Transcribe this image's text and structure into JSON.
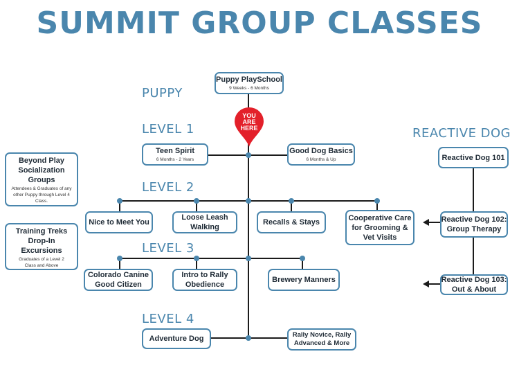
{
  "title": "SUMMIT GROUP CLASSES",
  "levels": {
    "puppy": "PUPPY",
    "level1": "LEVEL 1",
    "level2": "LEVEL 2",
    "level3": "LEVEL 3",
    "level4": "LEVEL 4",
    "reactive": "REACTIVE DOG"
  },
  "pin_text": [
    "YOU",
    "ARE",
    "HERE"
  ],
  "pin_color": "#e3202a",
  "accent_color": "#4a86ad",
  "classes": {
    "puppy_playschool": {
      "title": "Puppy PlaySchool",
      "sub": "9 Weeks - 6 Months"
    },
    "teen_spirit": {
      "title": "Teen Spirit",
      "sub": "6 Months - 2 Years"
    },
    "good_dog_basics": {
      "title": "Good Dog Basics",
      "sub": "6 Months & Up"
    },
    "nice_to_meet_you": {
      "title": "Nice to Meet You"
    },
    "loose_leash_walking": {
      "title": "Loose Leash Walking"
    },
    "recalls_stays": {
      "title": "Recalls & Stays"
    },
    "cooperative_care": {
      "title": "Cooperative Care for Grooming & Vet Visits"
    },
    "colorado_canine": {
      "title": "Colorado Canine Good Citizen"
    },
    "intro_rally": {
      "title": "Intro to Rally Obedience"
    },
    "brewery_manners": {
      "title": "Brewery Manners"
    },
    "adventure_dog": {
      "title": "Adventure Dog"
    },
    "rally_novice": {
      "title": "Rally Novice, Rally Advanced & More"
    },
    "reactive_101": {
      "title": "Reactive Dog 101"
    },
    "reactive_102": {
      "title": "Reactive Dog 102: Group Therapy"
    },
    "reactive_103": {
      "title": "Reactive Dog 103: Out & About"
    }
  },
  "side": {
    "beyond_play": {
      "title": "Beyond Play Socialization Groups",
      "sub": "Attendees & Graduates of any other Puppy through Level 4 Class."
    },
    "training_treks": {
      "title": "Training Treks Drop-In Excursions",
      "sub": "Graduates of a Level 2 Class and Above"
    }
  }
}
